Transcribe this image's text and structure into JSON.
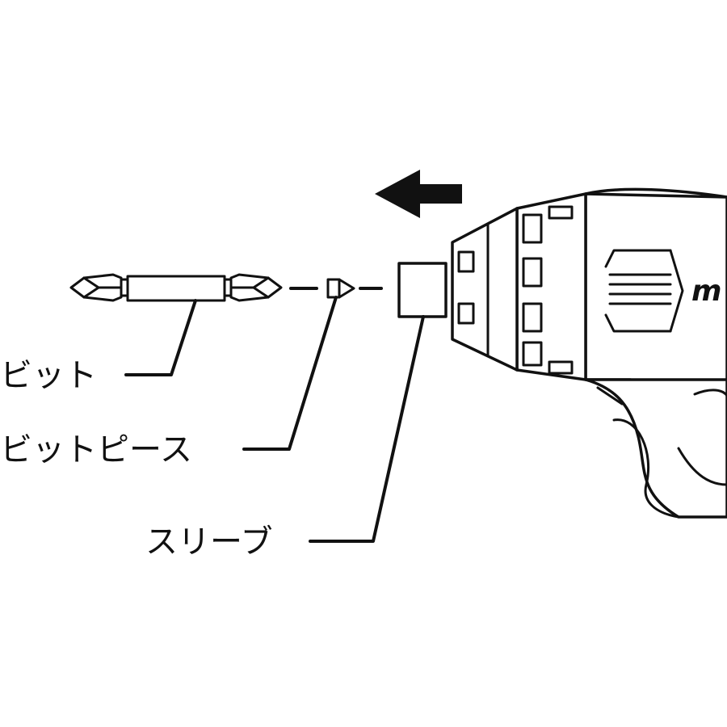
{
  "labels": {
    "bit": "ビット",
    "bit_piece": "ビットピース",
    "sleeve": "スリーブ"
  },
  "brand_text": "m",
  "icons": {
    "arrow": "arrow-left-icon"
  },
  "colors": {
    "ink": "#111111",
    "paper": "#ffffff"
  }
}
